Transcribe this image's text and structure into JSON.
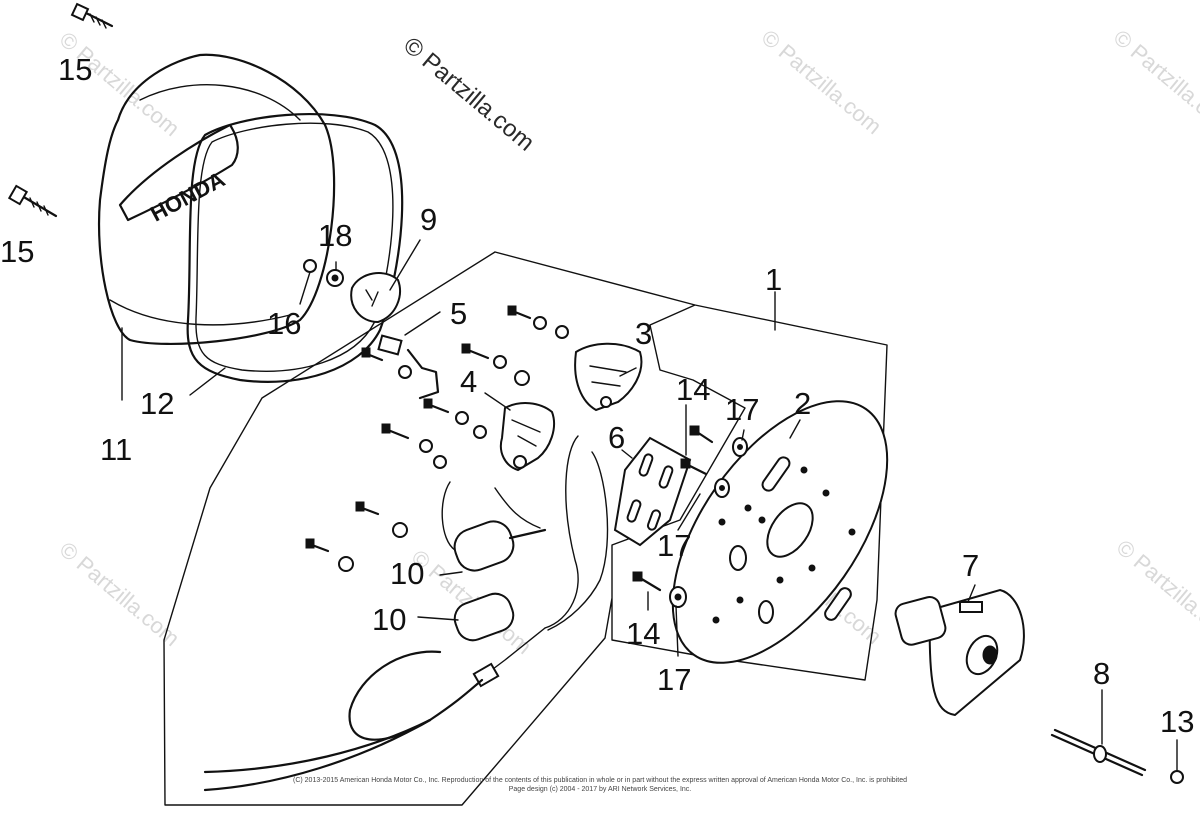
{
  "callouts": {
    "n1": "1",
    "n2": "2",
    "n3": "3",
    "n4": "4",
    "n5": "5",
    "n6": "6",
    "n7": "7",
    "n8": "8",
    "n9": "9",
    "n10a": "10",
    "n10b": "10",
    "n11": "11",
    "n12": "12",
    "n13": "13",
    "n14a": "14",
    "n14b": "14",
    "n15a": "15",
    "n15b": "15",
    "n16": "16",
    "n17a": "17",
    "n17b": "17",
    "n17c": "17",
    "n18": "18"
  },
  "watermark": {
    "main": "© Partzilla.com",
    "faint": "© Partzilla.com"
  },
  "cover_logo": "HONDA",
  "footer": {
    "line1": "(C) 2013-2015 American Honda Motor Co., Inc. Reproduction of the contents of this publication in whole or in part without the express written approval of American Honda Motor Co., Inc. is prohibited",
    "line2": "Page design (c) 2004 - 2017 by ARI Network Services, Inc."
  }
}
